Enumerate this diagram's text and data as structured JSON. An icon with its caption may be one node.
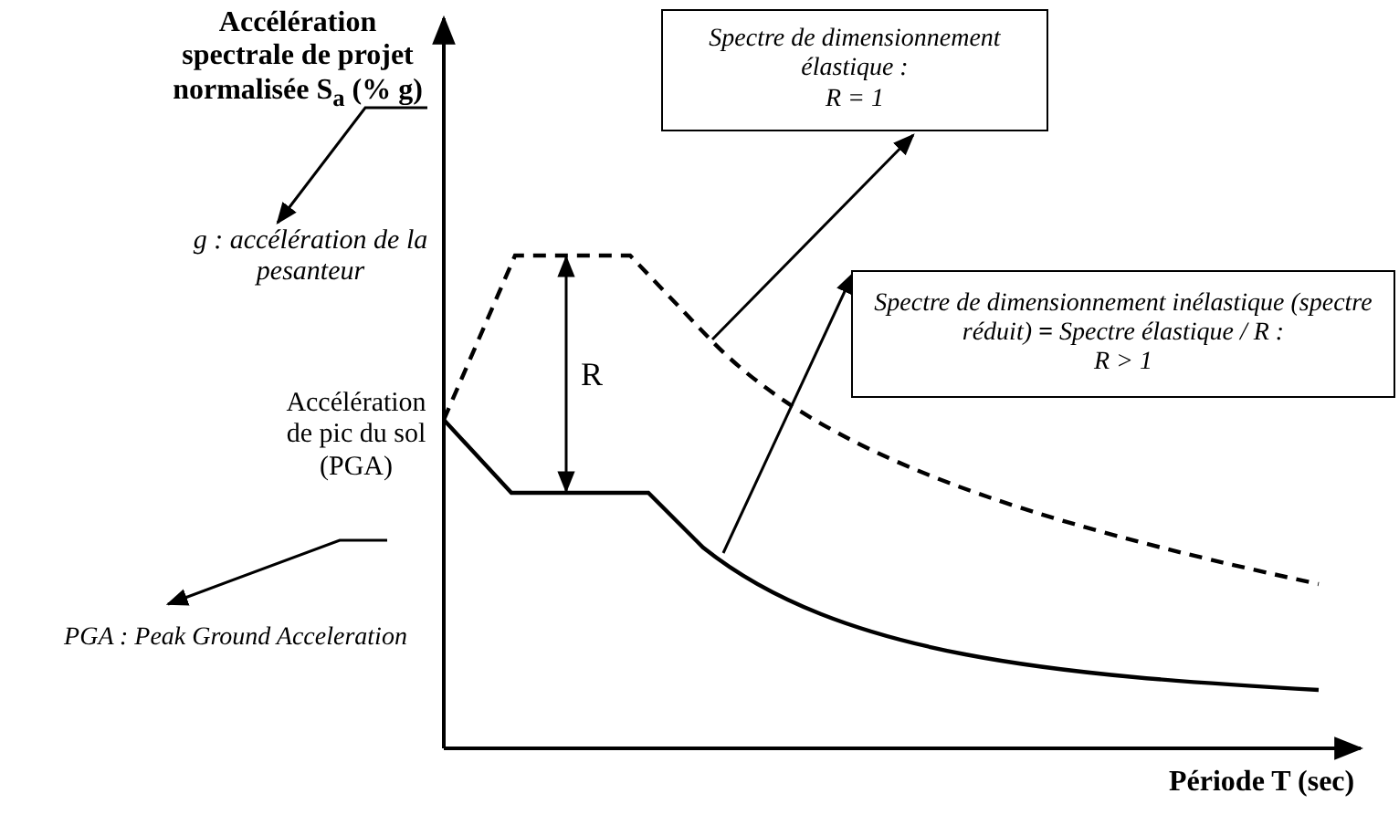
{
  "diagram": {
    "nodes": [
      {
        "text": [
          "Accélération spectrale de projet normalisée S$_{a}$ (% g)"
        ]
      },
      {
        "text": [
          "g : accélération de la pesanteur"
        ]
      },
      {
        "text": [
          "Accélération de pic du sol (PGA)"
        ]
      },
      {
        "text": [
          "PGA : Peak Ground Acceleration"
        ]
      },
      {
        "text": [
          "Spectre de dimensionnement élastique :",
          "R = 1"
        ]
      },
      {
        "text": [
          "Spectre de dimensionnement inélastique (spectre réduit) **=** Spectre élastique / R :",
          "R > 1"
        ]
      },
      {
        "text": [],
        "shape": "curve"
      },
      {
        "text": [],
        "shape": "curve"
      }
    ],
    "edges": [
      {
        "from": 0,
        "to": 1,
        "arrow": "to"
      },
      {
        "from": 2,
        "to": 3,
        "arrow": "to"
      },
      {
        "from": 6,
        "to": 4,
        "arrow": "to"
      },
      {
        "from": 7,
        "to": 5,
        "arrow": "to"
      },
      {
        "from": 6,
        "to": 7,
        "arrow": "both",
        "label": "R"
      }
    ],
    "labels": [
      "Période T (sec)"
    ]
  }
}
